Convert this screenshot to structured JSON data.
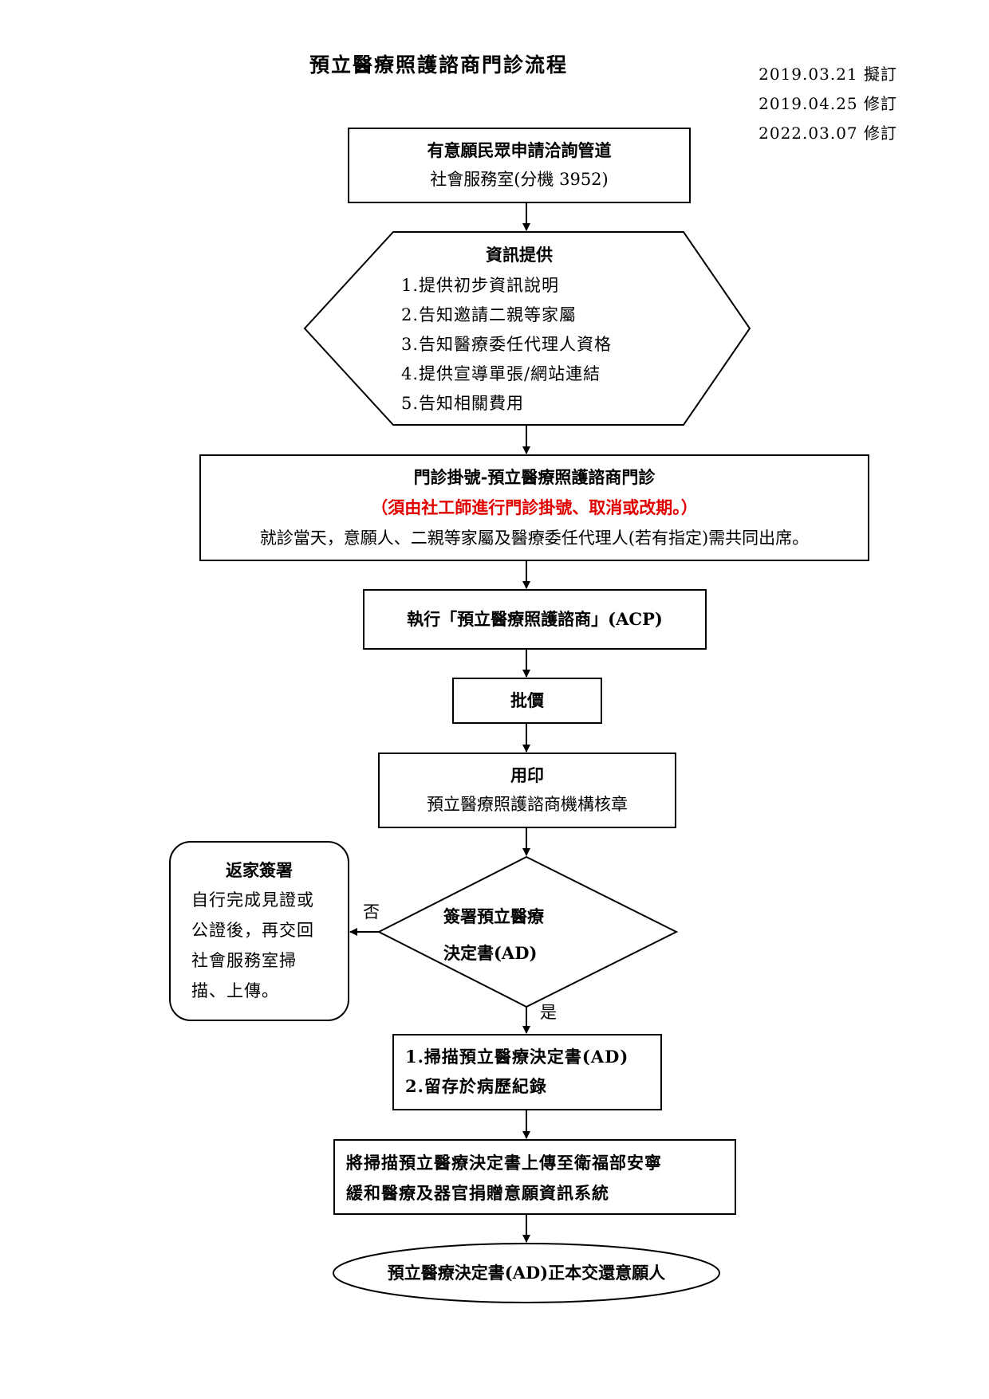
{
  "title": "預立醫療照護諮商門診流程",
  "revisions": [
    "2019.03.21 擬訂",
    "2019.04.25 修訂",
    "2022.03.07 修訂"
  ],
  "steps": {
    "consult": {
      "heading": "有意願民眾申請洽詢管道",
      "line": "社會服務室(分機 3952)"
    },
    "info": {
      "heading": "資訊提供",
      "items": [
        "1.提供初步資訊說明",
        "2.告知邀請二親等家屬",
        "3.告知醫療委任代理人資格",
        "4.提供宣導單張/網站連結",
        "5.告知相關費用"
      ]
    },
    "clinic": {
      "heading": "門診掛號-預立醫療照護諮商門診",
      "note": "（須由社工師進行門診掛號、取消或改期。）",
      "line": "就診當天，意願人、二親等家屬及醫療委任代理人(若有指定)需共同出席。"
    },
    "acp": {
      "heading": "執行「預立醫療照護諮商」(ACP)"
    },
    "approve": {
      "heading": "批價"
    },
    "stamp": {
      "heading": "用印",
      "line": "預立醫療照護諮商機構核章"
    },
    "decision": {
      "line1": "簽署預立醫療",
      "line2": "決定書(AD)",
      "no_label": "否",
      "yes_label": "是"
    },
    "home": {
      "heading": "返家簽署",
      "lines": [
        "自行完成見證或",
        "公證後，再交回",
        "社會服務室掃",
        "描、上傳。"
      ]
    },
    "scan": {
      "lines": [
        "1.掃描預立醫療決定書(AD)",
        "2.留存於病歷紀錄"
      ]
    },
    "upload": {
      "lines": [
        "將掃描預立醫療決定書上傳至衛福部安寧",
        "緩和醫療及器官捐贈意願資訊系統"
      ]
    },
    "return": {
      "heading": "預立醫療決定書(AD)正本交還意願人"
    }
  },
  "colors": {
    "line": "#000000",
    "note": "#e00000"
  }
}
